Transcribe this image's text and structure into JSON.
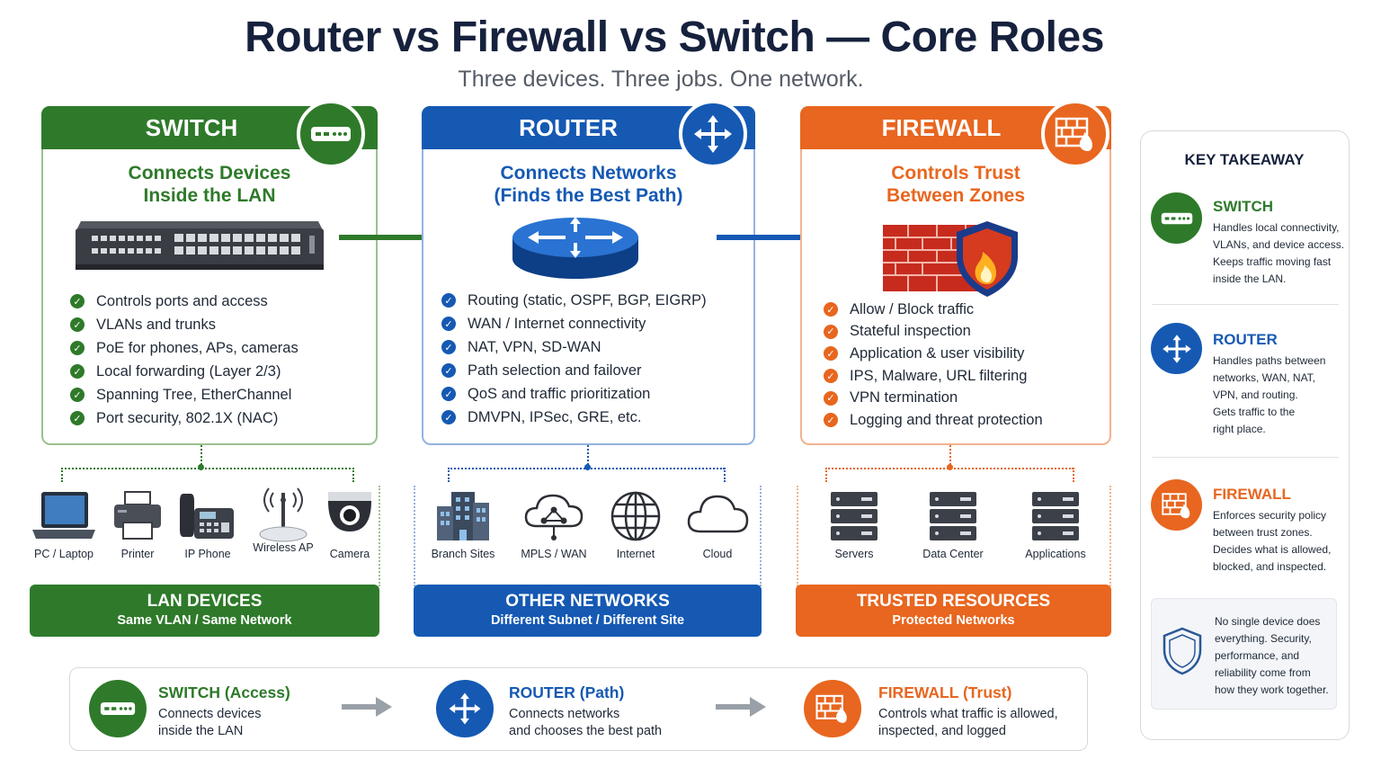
{
  "header": {
    "title": "Router vs Firewall vs Switch — Core Roles",
    "subtitle": "Three devices. Three jobs. One network."
  },
  "colors": {
    "switch": "#2e7a2a",
    "router": "#1559b3",
    "firewall": "#e8661f"
  },
  "switch_card": {
    "title": "SWITCH",
    "subtitle_line1": "Connects Devices",
    "subtitle_line2": "Inside the LAN",
    "icon": "switch-icon",
    "features": [
      "Controls ports and access",
      "VLANs and trunks",
      "PoE for phones, APs, cameras",
      "Local forwarding (Layer 2/3)",
      "Spanning Tree, EtherChannel",
      "Port security, 802.1X (NAC)"
    ]
  },
  "router_card": {
    "title": "ROUTER",
    "subtitle_line1": "Connects Networks",
    "subtitle_line2": "(Finds the Best Path)",
    "icon": "router-icon",
    "features": [
      "Routing (static, OSPF, BGP, EIGRP)",
      "WAN / Internet connectivity",
      "NAT, VPN, SD-WAN",
      "Path selection and failover",
      "QoS and traffic prioritization",
      "DMVPN, IPSec, GRE, etc."
    ]
  },
  "firewall_card": {
    "title": "FIREWALL",
    "subtitle_line1": "Controls Trust",
    "subtitle_line2": "Between Zones",
    "icon": "firewall-icon",
    "features": [
      "Allow / Block traffic",
      "Stateful inspection",
      "Application & user visibility",
      "IPS, Malware, URL filtering",
      "VPN termination",
      "Logging and threat protection"
    ]
  },
  "lan_devices": {
    "items": [
      "PC / Laptop",
      "Printer",
      "IP Phone",
      "Wireless AP",
      "Camera"
    ],
    "banner_title": "LAN DEVICES",
    "banner_sub": "Same VLAN / Same Network"
  },
  "other_networks": {
    "items": [
      "Branch Sites",
      "MPLS / WAN",
      "Internet",
      "Cloud"
    ],
    "banner_title": "OTHER NETWORKS",
    "banner_sub": "Different Subnet / Different Site"
  },
  "trusted_resources": {
    "items": [
      "Servers",
      "Data Center",
      "Applications"
    ],
    "banner_title": "TRUSTED RESOURCES",
    "banner_sub": "Protected Networks"
  },
  "summary": [
    {
      "title": "SWITCH (Access)",
      "line1": "Connects devices",
      "line2": "inside the LAN"
    },
    {
      "title": "ROUTER (Path)",
      "line1": "Connects networks",
      "line2": "and chooses the best path"
    },
    {
      "title": "FIREWALL (Trust)",
      "line1": "Controls what traffic is allowed,",
      "line2": "inspected, and logged"
    }
  ],
  "key_takeaway": {
    "heading": "KEY TAKEAWAY",
    "items": [
      {
        "title": "SWITCH",
        "lines": [
          "Handles local connectivity,",
          "VLANs, and device access.",
          "Keeps traffic moving fast",
          "inside the LAN."
        ]
      },
      {
        "title": "ROUTER",
        "lines": [
          "Handles paths between",
          "networks, WAN, NAT,",
          "VPN, and routing.",
          "Gets traffic to the",
          "right place."
        ]
      },
      {
        "title": "FIREWALL",
        "lines": [
          "Enforces security policy",
          "between trust zones.",
          "Decides what is allowed,",
          "blocked, and inspected."
        ]
      }
    ],
    "note_lines": [
      "No single device does",
      "everything. Security,",
      "performance, and",
      "reliability come from",
      "how they work together."
    ]
  }
}
